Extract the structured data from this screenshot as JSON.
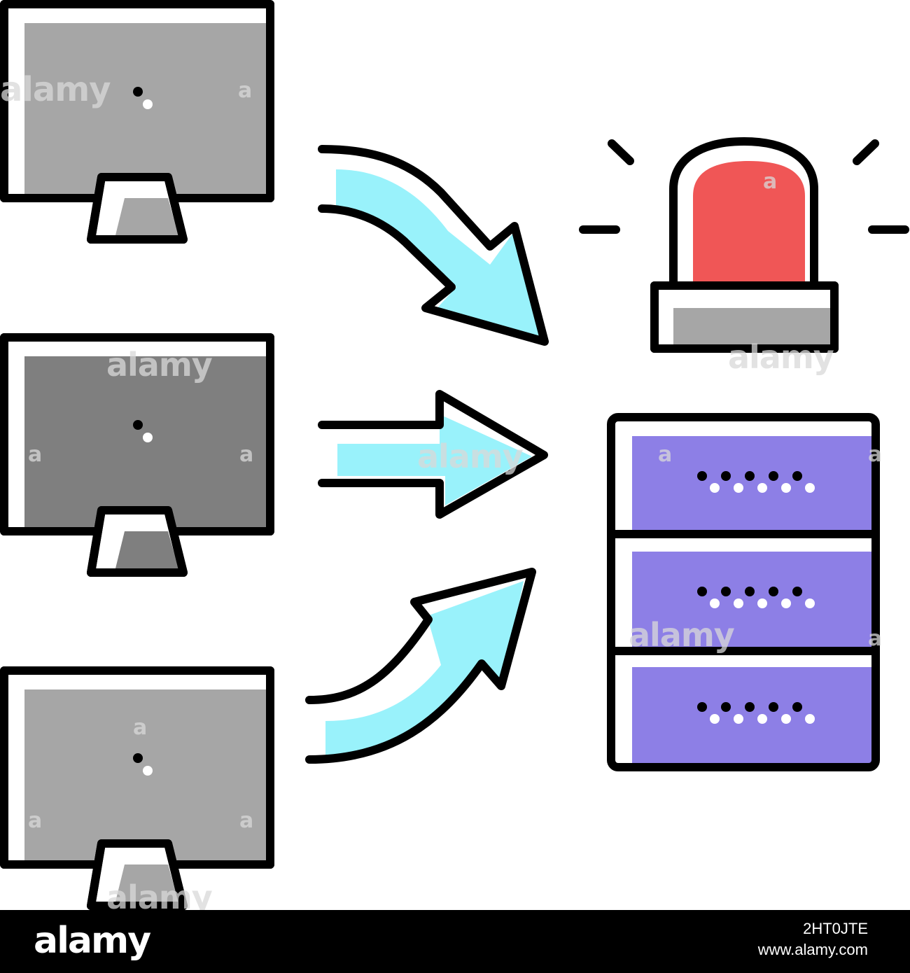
{
  "watermark": {
    "text": "alamy",
    "letter": "a"
  },
  "footer": {
    "brand": "alamy",
    "image_id": "2HT0JTE",
    "site": "www.alamy.com"
  },
  "colors": {
    "monitor_light": "#a6a6a6",
    "monitor_dark": "#7f7f7f",
    "arrow_fill": "#99f2fb",
    "siren_red": "#f05656",
    "siren_base": "#a6a6a6",
    "server_purple": "#8d7fe6",
    "outline": "#000000"
  },
  "icons": [
    "monitor-icon",
    "arrow-icon",
    "siren-icon",
    "server-rack-icon"
  ]
}
